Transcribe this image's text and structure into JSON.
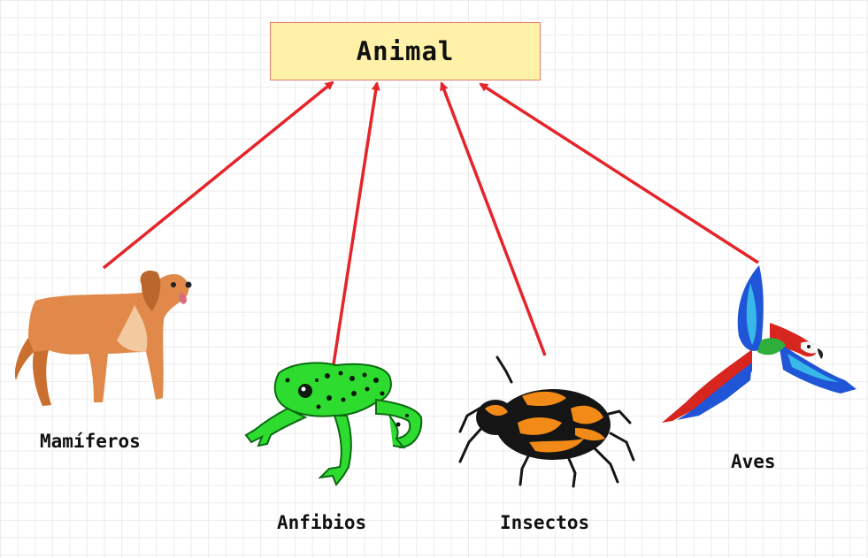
{
  "root": {
    "label": "Animal"
  },
  "categories": [
    {
      "key": "mamiferos",
      "label": "Mamíferos",
      "image": "dog-illustration"
    },
    {
      "key": "anfibios",
      "label": "Anfibios",
      "image": "frog-illustration"
    },
    {
      "key": "insectos",
      "label": "Insectos",
      "image": "beetle-illustration"
    },
    {
      "key": "aves",
      "label": "Aves",
      "image": "macaw-illustration"
    }
  ],
  "colors": {
    "arrow": "#e4252a",
    "root_fill": "#fff2a8",
    "root_border": "#e07b6a"
  }
}
